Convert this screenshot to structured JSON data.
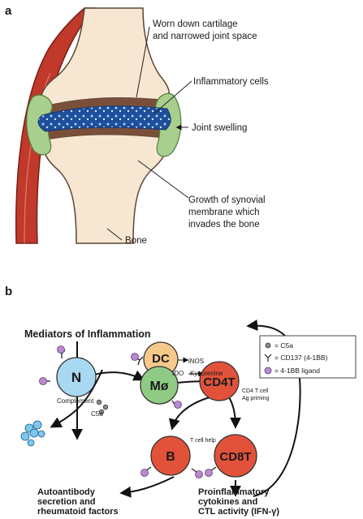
{
  "panel_a": {
    "letter": "a",
    "labels": {
      "cartilage_line1": "Worn down cartilage",
      "cartilage_line2": "and narrowed joint space",
      "inflammatory": "Inflammatory cells",
      "swelling": "Joint swelling",
      "synovial_line1": "Growth of synovial",
      "synovial_line2": "membrane which",
      "synovial_line3": "invades the bone",
      "bone": "Bone"
    }
  },
  "panel_b": {
    "letter": "b",
    "title": "Mediators of Inflammation",
    "nodes": {
      "dc": "DC",
      "n": "N",
      "mo": "Mø",
      "cd4t": "CD4T",
      "b": "B",
      "cd8t": "CD8T"
    },
    "annotations": {
      "inos": "iNOS",
      "ido": "IDO",
      "kynurenine": "Kynurenine",
      "complement": "Complement",
      "c5a": "C5a",
      "cd4_priming_line1": "CD4 T cell",
      "cd4_priming_line2": "Ag priming",
      "t_cell_help": "T cell help"
    },
    "outputs": {
      "autoantibody_line1": "Autoantibody",
      "autoantibody_line2": "secretion and",
      "autoantibody_line3": "rheumatoid factors",
      "cytokine_line1": "Proinflammatory",
      "cytokine_line2": "cytokines and",
      "cytokine_line3": "CTL activity (IFN-γ)"
    },
    "legend": [
      {
        "label": "= C5a",
        "symbol": "c5a-dot"
      },
      {
        "label": "= CD137 (4-1BB)",
        "symbol": "receptor"
      },
      {
        "label": "= 4-1BB ligand",
        "symbol": "ligand-dot"
      }
    ]
  },
  "colors": {
    "dc": "#f6c98a",
    "n": "#a9d8f2",
    "mo": "#8fcb84",
    "red_cell": "#e2523a",
    "ligand": "#b98ad0",
    "bone": "#f7e7d2",
    "cartilage": "#7a4f3a",
    "synovial": "#a9cf8e",
    "muscle": "#c0392b",
    "glow": "#f8b55a"
  }
}
